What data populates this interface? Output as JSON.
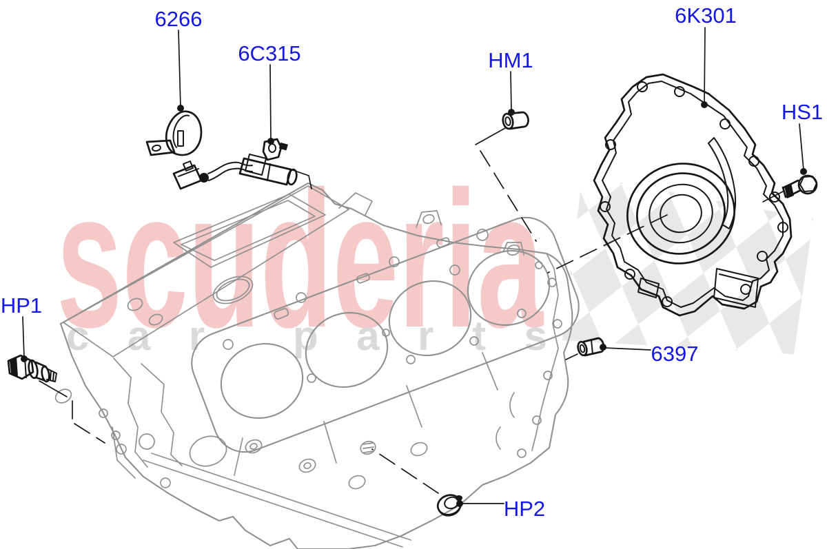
{
  "diagram": {
    "label_color": "#1316e5",
    "engine_line_color": "#8f9191",
    "part_line_color": "#161616",
    "background_color": "#ffffff",
    "parts": [
      {
        "label": "6266"
      },
      {
        "label": "6C315"
      },
      {
        "label": "HM1"
      },
      {
        "label": "6K301"
      },
      {
        "label": "HS1"
      },
      {
        "label": "HP1"
      },
      {
        "label": "6397"
      },
      {
        "label": "HP2"
      }
    ]
  },
  "watermark": {
    "brand": "scuderia",
    "tagline": "car parts",
    "brand_color": "#f6c9c9",
    "tagline_color": "#d9d9d9",
    "flag_color": "#e8e8e8"
  }
}
